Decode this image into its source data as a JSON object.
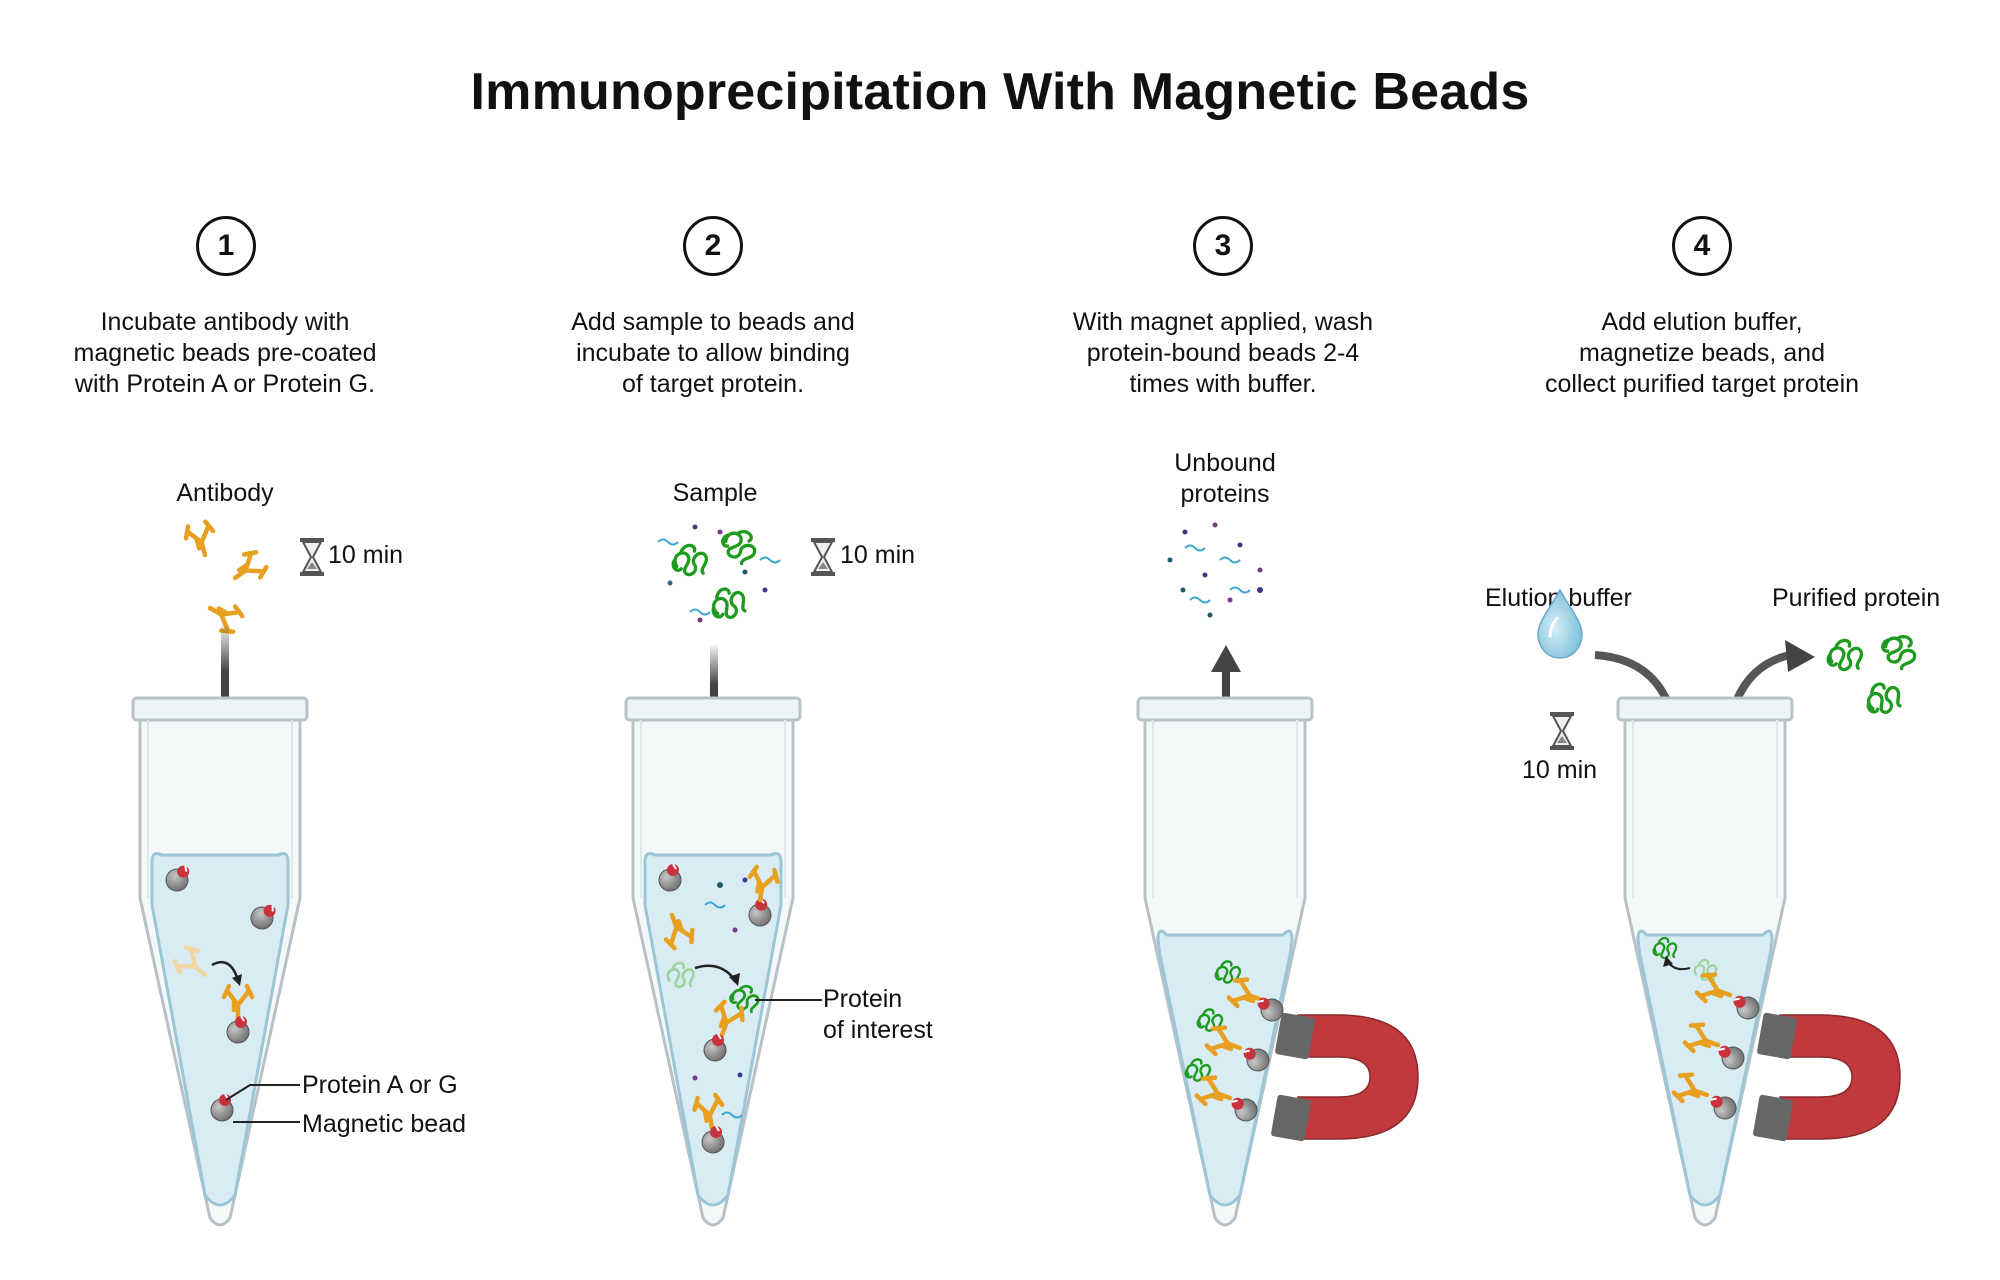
{
  "title": "Immunoprecipitation With Magnetic Beads",
  "steps": [
    {
      "number": "1",
      "text_lines": [
        "Incubate antibody with",
        "magnetic beads pre-coated",
        "with Protein A or Protein G."
      ]
    },
    {
      "number": "2",
      "text_lines": [
        "Add sample to beads and",
        "incubate to allow binding",
        "of target protein."
      ]
    },
    {
      "number": "3",
      "text_lines": [
        "With magnet applied, wash",
        "protein-bound beads 2-4",
        "times with buffer."
      ]
    },
    {
      "number": "4",
      "text_lines": [
        "Add elution buffer,",
        "magnetize beads, and",
        "collect purified target protein"
      ]
    }
  ],
  "labels": {
    "antibody": "Antibody",
    "sample": "Sample",
    "unbound_line1": "Unbound",
    "unbound_line2": "proteins",
    "time1": "10 min",
    "time2": "10 min",
    "time4": "10 min",
    "protein_a_or_g": "Protein A or G",
    "magnetic_bead": "Magnetic bead",
    "protein_line1": "Protein",
    "protein_line2": "of interest",
    "elution_buffer": "Elution buffer",
    "purified_protein": "Purified protein"
  },
  "colors": {
    "antibody": "#e8a020",
    "bead": "#8a8a8a",
    "protein_ag": "#c8323c",
    "protein_of_interest": "#1e9a1e",
    "magnet": "#c0393d",
    "tube_liquid": "#d9ecf3",
    "tube_outline": "#a8b4bb"
  },
  "icons": [
    "hourglass-icon",
    "droplet-icon",
    "magnet-icon",
    "arrow-icon"
  ]
}
